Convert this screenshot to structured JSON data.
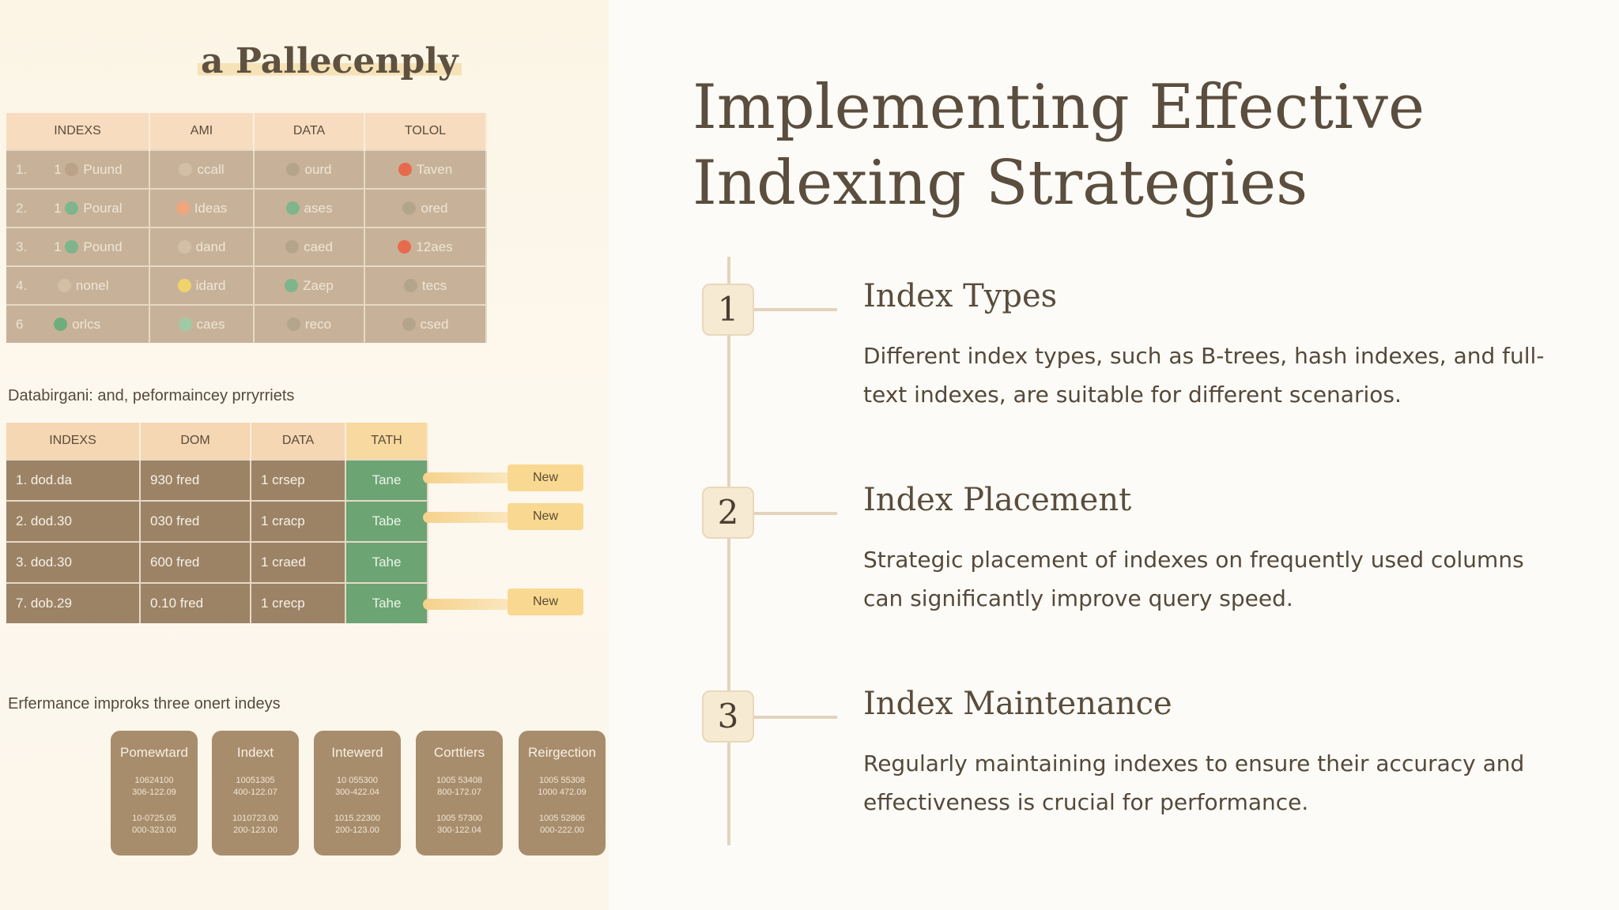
{
  "illustration": {
    "title": "a Pallecenply",
    "table1": {
      "headers": [
        "INDEXS",
        "AMI",
        "DATA",
        "TOLOL"
      ],
      "rows": [
        {
          "num": "1.",
          "c1": "1",
          "c1text": "Puund",
          "c1dot": "#b9a288",
          "c2": "ccall",
          "c2dot": "#d3bfa6",
          "c3": "ourd",
          "c3dot": "#b5a48c",
          "c4": "Taven",
          "c4dot": "#e86a4c"
        },
        {
          "num": "2.",
          "c1": "1",
          "c1text": "Poural",
          "c1dot": "#7fb58a",
          "c2": "Ideas",
          "c2dot": "#f1a57a",
          "c3": "ases",
          "c3dot": "#7fb58a",
          "c4": "ored",
          "c4dot": "#b5a48c"
        },
        {
          "num": "3.",
          "c1": "1",
          "c1text": "Pound",
          "c1dot": "#7fb58a",
          "c2": "dand",
          "c2dot": "#d3bfa6",
          "c3": "caed",
          "c3dot": "#b5a48c",
          "c4": "12aes",
          "c4dot": "#e86a4c"
        },
        {
          "num": "4.",
          "c1": "",
          "c1text": "nonel",
          "c1dot": "#d3bfa6",
          "c2": "idard",
          "c2dot": "#f2d36b",
          "c3": "Zaep",
          "c3dot": "#7fb58a",
          "c4": "tecs",
          "c4dot": "#b5a48c"
        },
        {
          "num": "6",
          "c1": "",
          "c1text": "orlcs",
          "c1dot": "#6fae7c",
          "c2": "caes",
          "c2dot": "#9fcaa3",
          "c3": "reco",
          "c3dot": "#b5a48c",
          "c4": "csed",
          "c4dot": "#b5a48c"
        }
      ]
    },
    "caption1": "Databirgani: and, peformaincey prryrriets",
    "table2": {
      "headers": [
        "INDEXS",
        "DOM",
        "DATA",
        "TATH"
      ],
      "rows": [
        {
          "c1": "1.  dod.da",
          "c2": "930 fred",
          "c3": "1 crsep",
          "c4": "Tane"
        },
        {
          "c1": "2.  dod.30",
          "c2": "030 fred",
          "c3": "1 cracp",
          "c4": "Tabe"
        },
        {
          "c1": "3.  dod.30",
          "c2": "600 fred",
          "c3": "1 craed",
          "c4": "Tahe"
        },
        {
          "c1": "7.  dob.29",
          "c2": "0.10 fred",
          "c3": "1 crecp",
          "c4": "Tahe"
        }
      ],
      "new_label": "New"
    },
    "caption2": "Erfermance improks three onert indeys",
    "cards": [
      {
        "title": "Pomewtard",
        "l1": "10624100",
        "l2": "306-122.09",
        "l3": "10-0725.05",
        "l4": "000-323.00"
      },
      {
        "title": "Indext",
        "l1": "10051305",
        "l2": "400-122.07",
        "l3": "1010723.00",
        "l4": "200-123.00"
      },
      {
        "title": "Intewerd",
        "l1": "10 055300",
        "l2": "300-422.04",
        "l3": "1015.22300",
        "l4": "200-123.00"
      },
      {
        "title": "Corttiers",
        "l1": "1005 53408",
        "l2": "800-172.07",
        "l3": "1005 57300",
        "l4": "300-122.04"
      },
      {
        "title": "Reirgection",
        "l1": "1005 55308",
        "l2": "1000 472.09",
        "l3": "1005 52806",
        "l4": "000-222.00"
      }
    ]
  },
  "slide": {
    "title_line1": "Implementing Effective",
    "title_line2": "Indexing Strategies",
    "steps": [
      {
        "num": "1",
        "title": "Index Types",
        "desc": "Different index types, such as B-trees, hash indexes, and full-text indexes, are suitable for different scenarios."
      },
      {
        "num": "2",
        "title": "Index Placement",
        "desc": "Strategic placement of indexes on frequently used columns can significantly improve query speed."
      },
      {
        "num": "3",
        "title": "Index Maintenance",
        "desc": "Regularly maintaining indexes to ensure their accuracy and effectiveness is crucial for performance."
      }
    ]
  },
  "colors": {
    "background": "#fdfbf7",
    "accent": "#f6ead3",
    "timeline": "#e3d3bd",
    "text": "#54493b"
  }
}
